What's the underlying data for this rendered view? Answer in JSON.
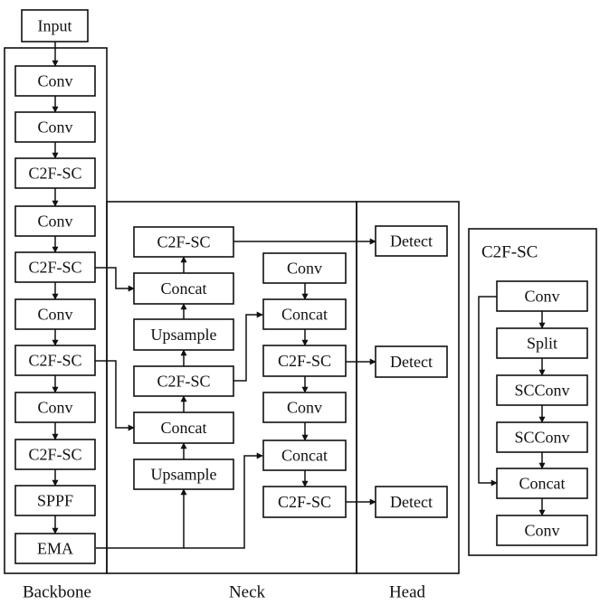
{
  "nodes": {
    "input": "Input",
    "bb_conv1": "Conv",
    "bb_conv2": "Conv",
    "bb_c2f1": "C2F-SC",
    "bb_conv3": "Conv",
    "bb_c2f2": "C2F-SC",
    "bb_conv4": "Conv",
    "bb_c2f3": "C2F-SC",
    "bb_conv5": "Conv",
    "bb_c2f4": "C2F-SC",
    "bb_sppf": "SPPF",
    "bb_ema": "EMA",
    "n_c2f_top": "C2F-SC",
    "n_concat1": "Concat",
    "n_upsample1": "Upsample",
    "n_c2f_mid": "C2F-SC",
    "n_concat2": "Concat",
    "n_upsample2": "Upsample",
    "n_conv_a": "Conv",
    "n_concat3": "Concat",
    "n_c2f_r1": "C2F-SC",
    "n_conv_b": "Conv",
    "n_concat4": "Concat",
    "n_c2f_r2": "C2F-SC",
    "h_detect1": "Detect",
    "h_detect2": "Detect",
    "h_detect3": "Detect",
    "c_conv1": "Conv",
    "c_split": "Split",
    "c_scconv1": "SCConv",
    "c_scconv2": "SCConv",
    "c_concat": "Concat",
    "c_conv2": "Conv"
  },
  "sections": {
    "backbone": "Backbone",
    "neck": "Neck",
    "head": "Head",
    "c2fsc_title": "C2F-SC"
  }
}
